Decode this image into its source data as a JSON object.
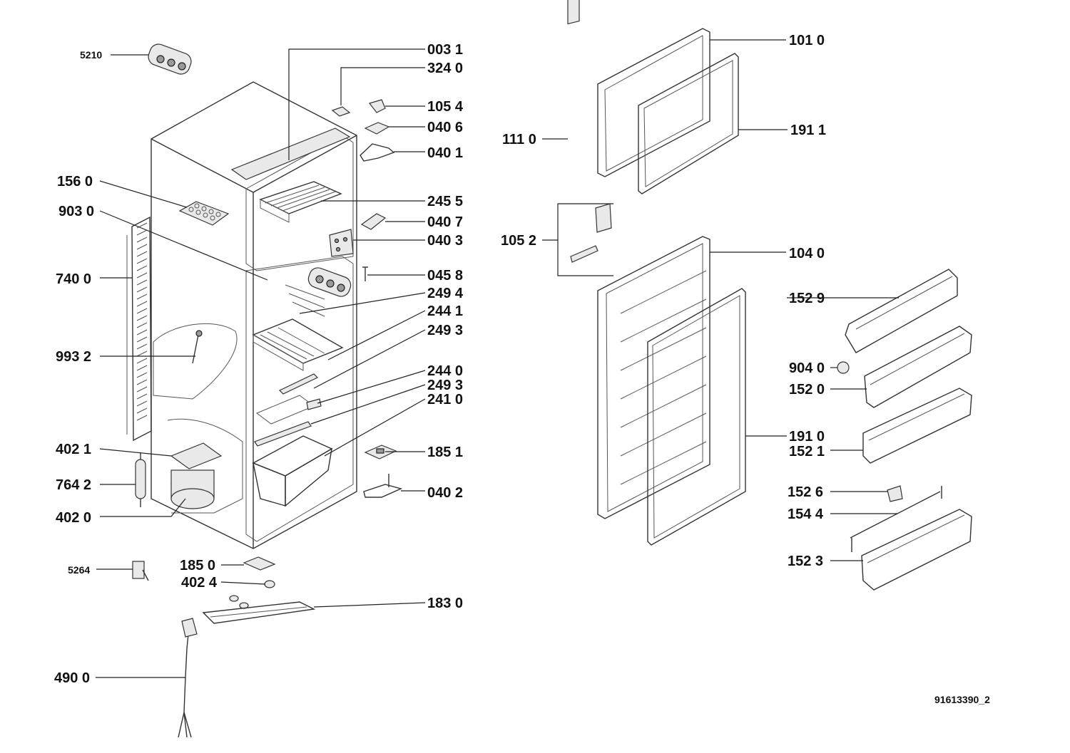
{
  "diagram": {
    "drawing_number": "91613390_2",
    "colors": {
      "line": "#333333",
      "text": "#111111",
      "background": "#ffffff"
    },
    "callouts": {
      "c5210": "5210",
      "c0031": "003 1",
      "c3240": "324 0",
      "c1054": "105 4",
      "c0406": "040 6",
      "c0401": "040 1",
      "c1560": "156 0",
      "c9030": "903 0",
      "c2455": "245 5",
      "c0407": "040 7",
      "c0403": "040 3",
      "c7400": "740 0",
      "c0458": "045 8",
      "c2494": "249 4",
      "c2441": "244 1",
      "c2493a": "249 3",
      "c9932": "993 2",
      "c2440": "244 0",
      "c2493b": "249 3",
      "c2410": "241 0",
      "c4021": "402 1",
      "c1851": "185 1",
      "c7642": "764 2",
      "c0402": "040 2",
      "c4020": "402 0",
      "c5264": "5264",
      "c1850": "185 0",
      "c4024": "402 4",
      "c1830": "183 0",
      "c4900": "490 0",
      "c1010": "101 0",
      "c1110": "111 0",
      "c1911": "191 1",
      "c1052": "105 2",
      "c1040": "104 0",
      "c1529": "152 9",
      "c9040": "904 0",
      "c1520": "152 0",
      "c1910": "191 0",
      "c1521": "152 1",
      "c1526": "152 6",
      "c1544": "154 4",
      "c1523": "152 3"
    }
  }
}
